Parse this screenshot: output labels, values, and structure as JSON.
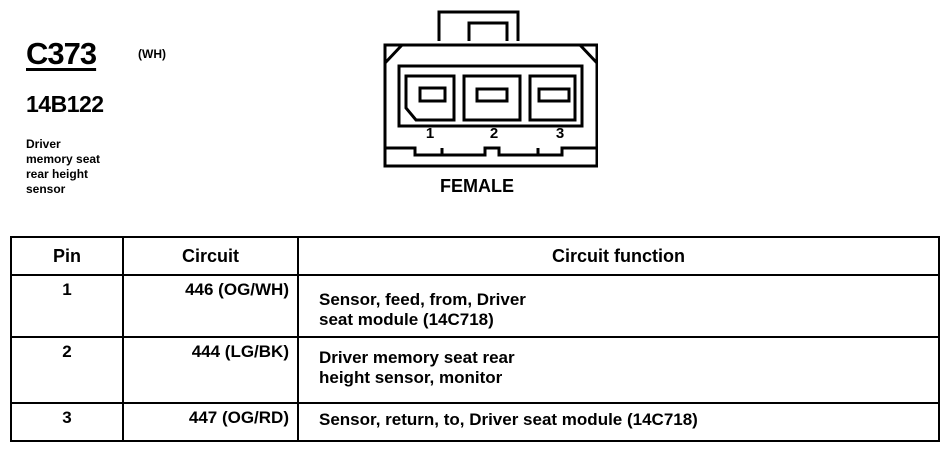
{
  "header": {
    "connector_id": "C373",
    "color_code": "(WH)",
    "part_number": "14B122",
    "description_lines": [
      "Driver",
      "memory seat",
      "rear height",
      "sensor"
    ]
  },
  "connector": {
    "pin_labels": [
      "1",
      "2",
      "3"
    ],
    "gender": "FEMALE"
  },
  "table": {
    "headers": {
      "pin": "Pin",
      "circuit": "Circuit",
      "function": "Circuit function"
    },
    "rows": [
      {
        "pin": "1",
        "circuit": "446 (OG/WH)",
        "function_lines": [
          "Sensor, feed, from, Driver",
          "seat module (14C718)"
        ]
      },
      {
        "pin": "2",
        "circuit": "444 (LG/BK)",
        "function_lines": [
          "Driver memory seat rear",
          "height sensor, monitor"
        ]
      },
      {
        "pin": "3",
        "circuit": "447 (OG/RD)",
        "function_lines": [
          "Sensor, return, to, Driver seat module (14C718)"
        ]
      }
    ]
  }
}
